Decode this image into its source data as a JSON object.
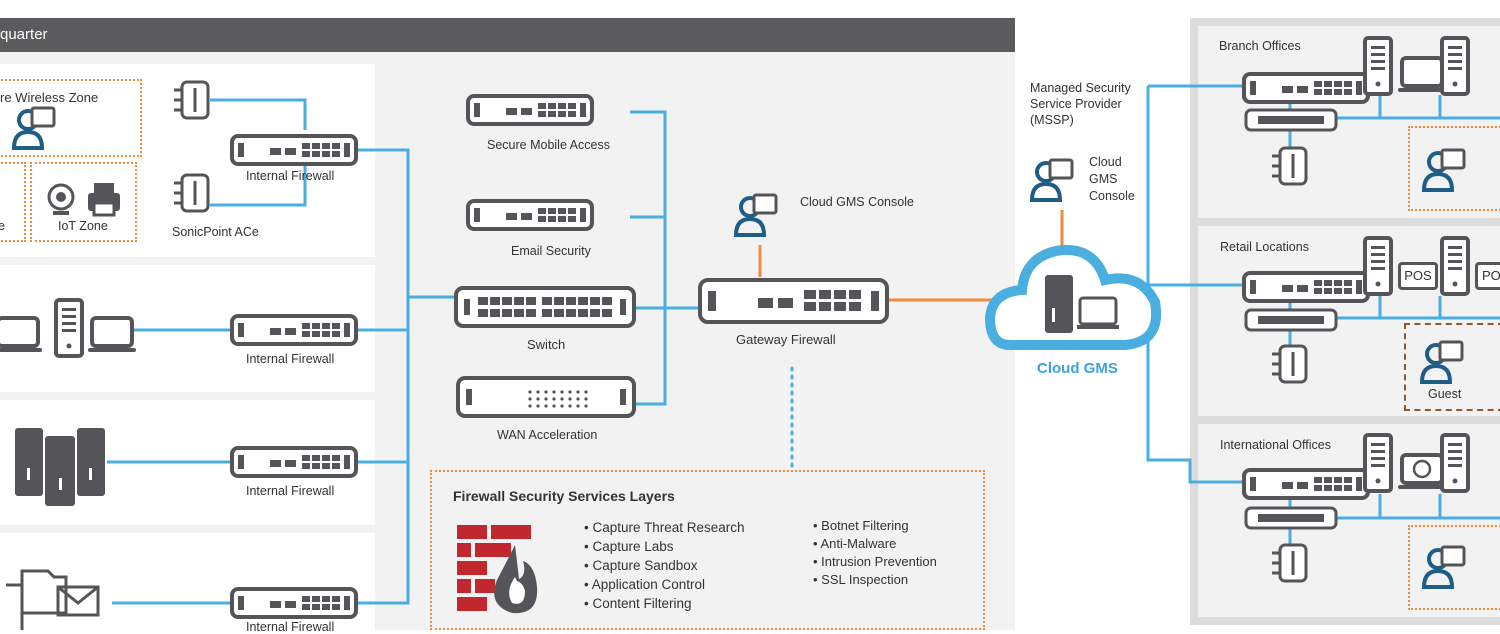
{
  "colors": {
    "line_blue": "#4aaee0",
    "line_orange": "#f08a3c",
    "device": "#555559",
    "panel": "#f2f2f2",
    "header": "#5b5b5d"
  },
  "headquarters": {
    "title": "quarter",
    "wireless_zone": "re Wireless Zone",
    "zone_left_fragment": "e",
    "iot_zone": "IoT Zone",
    "sonicpoint": "SonicPoint ACe",
    "internal_firewall_1": "Internal Firewall",
    "internal_firewall_2": "Internal Firewall",
    "internal_firewall_3": "Internal Firewall",
    "internal_firewall_4": "Internal Firewall"
  },
  "center": {
    "secure_mobile_access": "Secure Mobile Access",
    "email_security": "Email Security",
    "switch": "Switch",
    "wan_acceleration": "WAN Acceleration",
    "gateway_firewall": "Gateway Firewall",
    "cloud_gms_console": "Cloud GMS Console"
  },
  "services": {
    "title": "Firewall Security Services Layers",
    "col1": [
      "Capture Threat Research",
      "Capture Labs",
      "Capture Sandbox",
      "Application Control",
      "Content Filtering"
    ],
    "col2": [
      "Botnet Filtering",
      "Anti-Malware",
      "Intrusion Prevention",
      "SSL Inspection"
    ]
  },
  "mssp": {
    "label_lines": [
      "Managed Security",
      "Service Provider",
      "(MSSP)"
    ],
    "console_lines": [
      "Cloud",
      "GMS",
      "Console"
    ]
  },
  "cloud_gms": "Cloud GMS",
  "remote": {
    "branch_offices": "Branch Offices",
    "retail_locations": "Retail Locations",
    "international_offices": "International Offices",
    "pos1": "POS",
    "pos2": "PO",
    "guest": "Guest"
  }
}
